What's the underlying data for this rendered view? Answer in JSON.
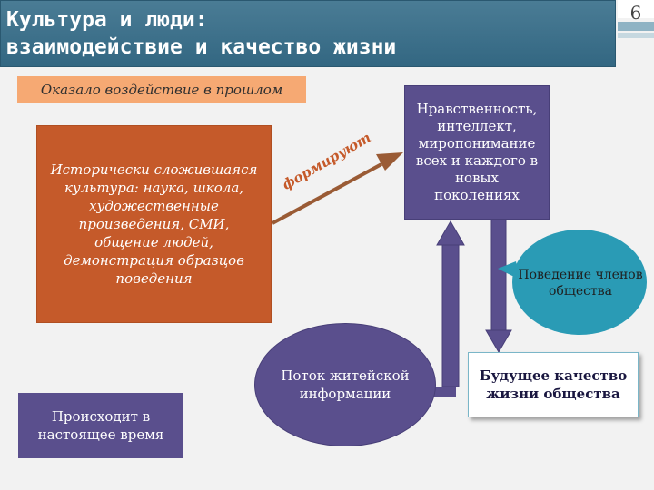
{
  "slide": {
    "title_line1": "Культура и люди:",
    "title_line2": "взаимодействие и качество жизни",
    "page_number": "6"
  },
  "diagram": {
    "past_label": "Оказало воздействие в прошлом",
    "culture_box": "Исторически сложившаяся культура: наука, школа, художественные произведения, СМИ, общение людей, демонстрация образцов поведения",
    "arrow_label": "формируют",
    "morality_box": "Нравственность, интеллект, миропонимание всех и каждого в новых поколениях",
    "behavior_callout": "Поведение членов общества",
    "future_box": "Будущее качество жизни общества",
    "flow_ellipse": "Поток житейской информации",
    "present_box": "Происходит в настоящее время"
  },
  "colors": {
    "title_bg": "#336782",
    "orange": "#c55a2a",
    "light_orange": "#f6a973",
    "purple": "#5a4f8d",
    "teal": "#7ab6c8"
  }
}
